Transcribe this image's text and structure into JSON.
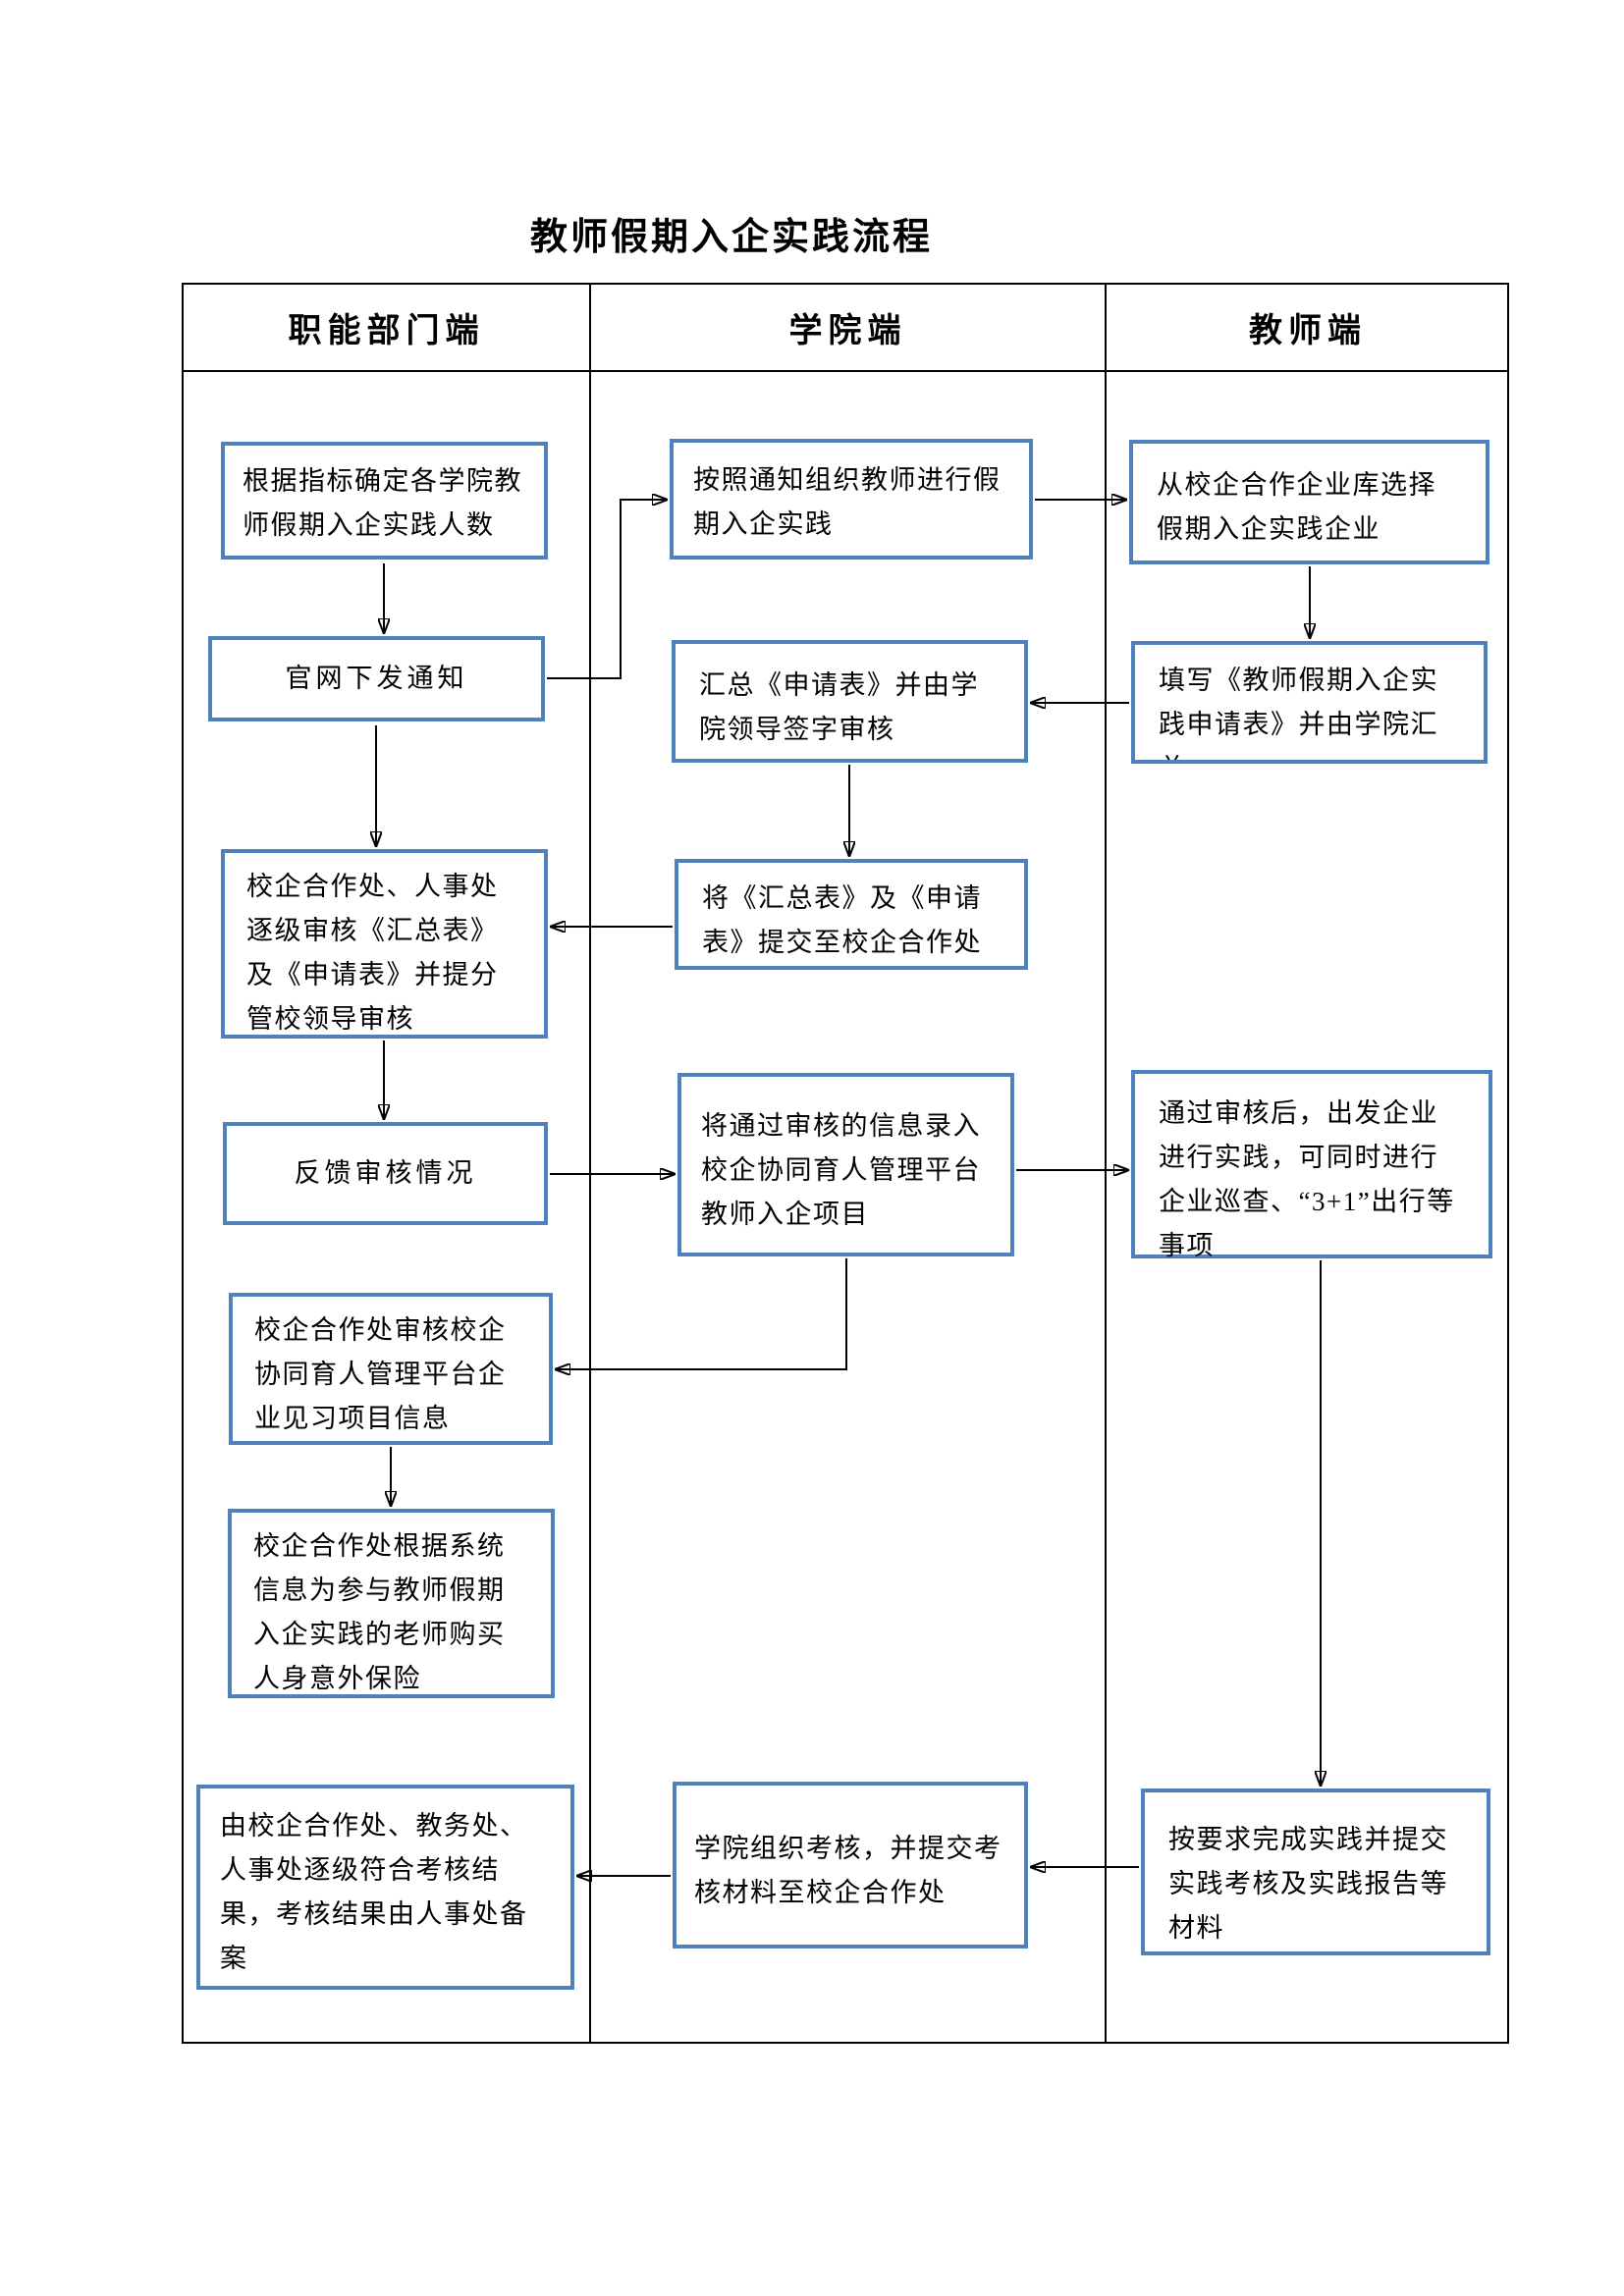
{
  "page": {
    "title": "教师假期入企实践流程"
  },
  "columns": [
    {
      "label": "职能部门端"
    },
    {
      "label": "学院端"
    },
    {
      "label": "教师端"
    }
  ],
  "nodes": {
    "c1b1": "根据指标确定各学院教师假期入企实践人数",
    "c1b2": "官网下发通知",
    "c1b3": "校企合作处、人事处逐级审核《汇总表》及《申请表》并提分管校领导审核",
    "c1b4": "反馈审核情况",
    "c1b5": "校企合作处审核校企协同育人管理平台企业见习项目信息",
    "c1b6": "校企合作处根据系统信息为参与教师假期入企实践的老师购买人身意外保险",
    "c1b7": "由校企合作处、教务处、人事处逐级符合考核结果，考核结果由人事处备案",
    "c2b1": "按照通知组织教师进行假期入企实践",
    "c2b2": "汇总《申请表》并由学院领导签字审核",
    "c2b3": "将《汇总表》及《申请表》提交至校企合作处",
    "c2b4": "将通过审核的信息录入校企协同育人管理平台教师入企项目",
    "c2b5": "学院组织考核，并提交考核材料至校企合作处",
    "c3b1": "从校企合作企业库选择假期入企实践企业",
    "c3b2": "填写《教师假期入企实践申请表》并由学院汇总",
    "c3b3": "通过审核后，出发企业进行实践，可同时进行企业巡查、“3+1”出行等事项",
    "c3b4": "按要求完成实践并提交实践考核及实践报告等材料"
  },
  "colors": {
    "box_border": "#4f81bd",
    "line": "#000000"
  }
}
